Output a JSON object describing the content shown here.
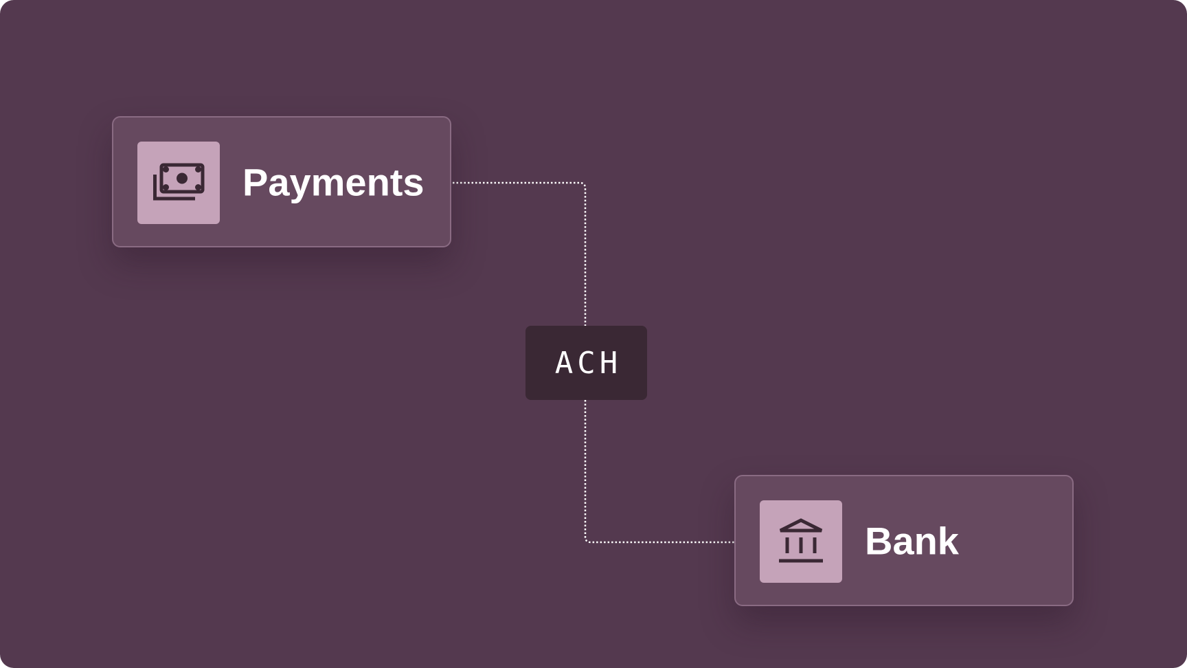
{
  "diagram": {
    "background_color": "#54394f",
    "connector_color": "#ffffff",
    "source": {
      "label": "Payments",
      "icon": "money-bills-icon"
    },
    "channel": {
      "label": "ACH"
    },
    "destination": {
      "label": "Bank",
      "icon": "bank-building-icon"
    }
  }
}
